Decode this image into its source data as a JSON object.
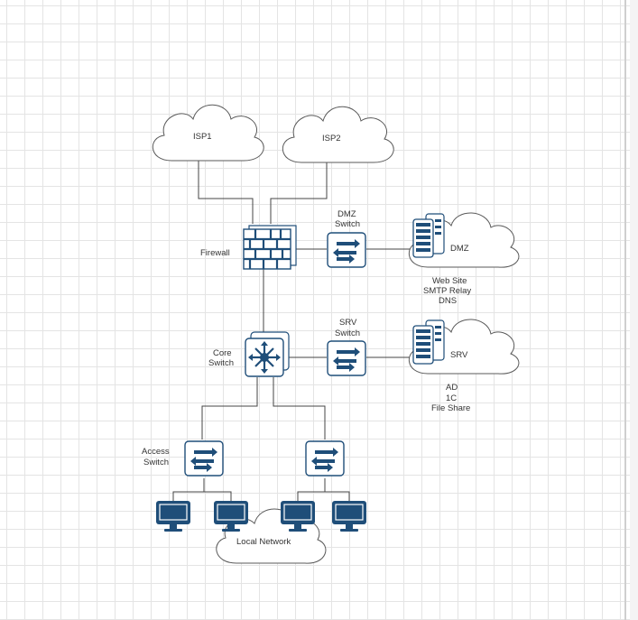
{
  "diagram": {
    "clouds": {
      "isp1": "ISP1",
      "isp2": "ISP2",
      "dmz": "DMZ",
      "srv": "SRV",
      "local": "Local Network"
    },
    "devices": {
      "firewall": "Firewall",
      "dmz_switch": [
        "DMZ",
        "Switch"
      ],
      "srv_switch": [
        "SRV",
        "Switch"
      ],
      "core_switch": [
        "Core",
        "Switch"
      ],
      "access_switch": [
        "Access",
        "Switch"
      ]
    },
    "services": {
      "dmz": [
        "Web Site",
        "SMTP Relay",
        "DNS"
      ],
      "srv": [
        "AD",
        "1C",
        "File Share"
      ]
    },
    "colors": {
      "device": "#1f4e79",
      "line": "#444444",
      "grid": "#e4e4e4"
    },
    "icons": [
      "cloud-icon",
      "firewall-icon",
      "switch-icon",
      "core-switch-icon",
      "server-icon",
      "monitor-icon"
    ]
  }
}
